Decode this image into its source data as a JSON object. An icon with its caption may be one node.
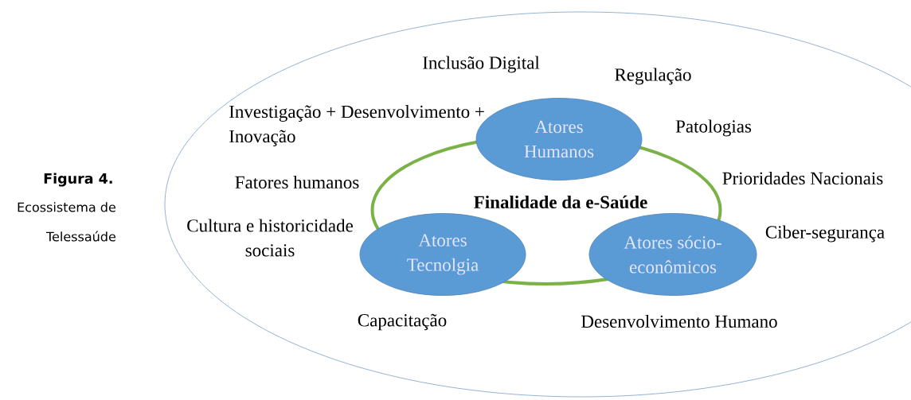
{
  "diagram": {
    "title": "Figura 4.",
    "caption": "Ecossistema de Telessaúde",
    "nodes": [
      {
        "text": [
          "Inclusão Digital",
          "Regulação",
          "Investigação + Desenvolvimento + Inovação",
          "Patologias",
          "Fatores humanos",
          "Prioridades Nacionais",
          "Cultura e historicidade sociais",
          "Ciber-segurança",
          "Capacitação",
          "Desenvolvimento Humano"
        ]
      },
      {
        "text": [
          "Finalidade da e-Saúde"
        ],
        "in": 0
      },
      {
        "text": [
          "Atores Humanos"
        ],
        "in": 0
      },
      {
        "text": [
          "Atores Tecnolgia"
        ],
        "in": 0
      },
      {
        "text": [
          "Atores sócio-econômicos"
        ],
        "in": 0
      }
    ]
  }
}
